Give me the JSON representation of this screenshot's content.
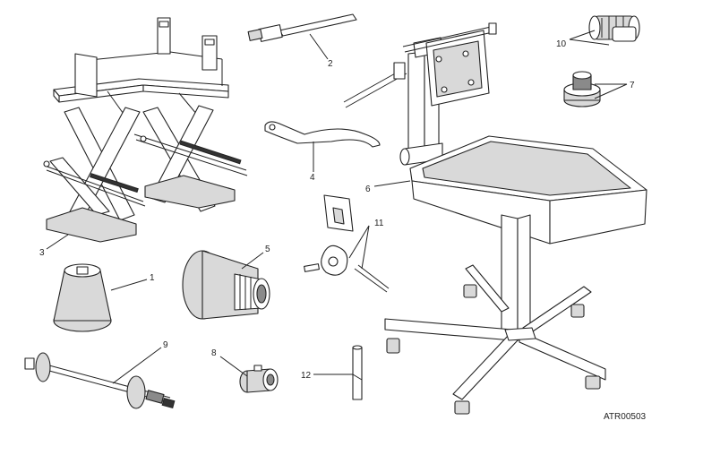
{
  "diagram": {
    "reference_code": "ATR00503",
    "callouts": [
      "1",
      "2",
      "3",
      "4",
      "5",
      "6",
      "7",
      "8",
      "9",
      "10",
      "11",
      "12"
    ],
    "colors": {
      "line": "#222222",
      "shade": "#d9d9d9",
      "dark": "#8a8a8a",
      "background": "#ffffff"
    }
  }
}
